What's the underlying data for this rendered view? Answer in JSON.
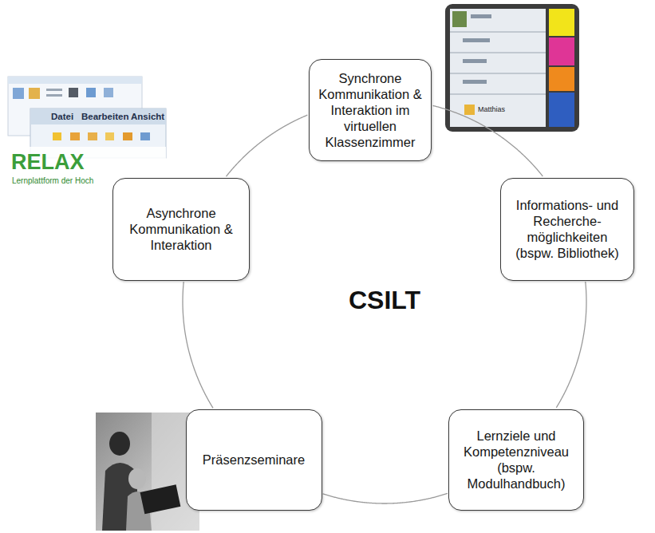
{
  "diagram": {
    "nodes": [
      {
        "text": [
          "Synchrone Kommunikation & Interaktion im virtuellen Klassenzimmer"
        ]
      },
      {
        "text": [
          "Asynchrone Kommunikation & Interaktion"
        ]
      },
      {
        "text": [
          "Informations- und Recherche- möglichkeiten (bspw. Bibliothek)"
        ]
      },
      {
        "text": [
          "Präsenzseminare"
        ]
      },
      {
        "text": [
          "Lernziele und Kompetenzniveau (bspw. Modulhandbuch)"
        ]
      }
    ],
    "edges": [
      {
        "from": 0,
        "to": 2,
        "arrow": "none"
      },
      {
        "from": 2,
        "to": 4,
        "arrow": "none"
      },
      {
        "from": 4,
        "to": 3,
        "arrow": "none"
      },
      {
        "from": 3,
        "to": 1,
        "arrow": "none"
      },
      {
        "from": 1,
        "to": 0,
        "arrow": "none"
      }
    ],
    "labels": [
      "CSILT",
      "RELAX",
      "Lernplattform der Hoch",
      "Datei",
      "Bearbeiten",
      "Ansicht",
      "Matthias"
    ]
  }
}
